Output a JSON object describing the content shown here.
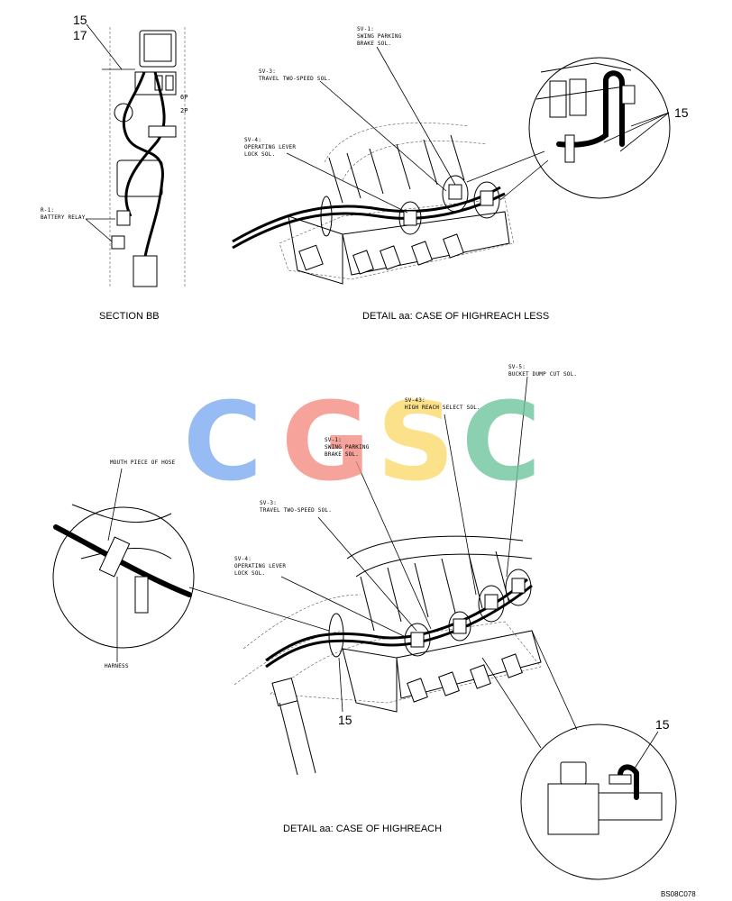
{
  "callouts": {
    "n15_top": "15",
    "n17_top": "17",
    "n15_circle1": "15",
    "n15_mid": "15",
    "n15_circle2": "15",
    "p6": "6P",
    "p2": "2P"
  },
  "solenoids_top": {
    "sv1": {
      "code": "SV-1:",
      "name1": "SWING PARKING",
      "name2": "BRAKE SOL."
    },
    "sv3": {
      "code": "SV-3:",
      "name1": "TRAVEL TWO-SPEED SOL."
    },
    "sv4": {
      "code": "SV-4:",
      "name1": "OPERATING LEVER",
      "name2": "LOCK SOL."
    },
    "r1": {
      "code": "R-1:",
      "name1": "BATTERY RELAY"
    }
  },
  "solenoids_bottom": {
    "sv5": {
      "code": "SV-5:",
      "name1": "BUCKET DUMP CUT SOL."
    },
    "sv43": {
      "code": "SV-43:",
      "name1": "HIGH REACH SELECT SOL."
    },
    "sv1": {
      "code": "SV-1:",
      "name1": "SWING PARKING",
      "name2": "BRAKE SOL."
    },
    "sv3": {
      "code": "SV-3:",
      "name1": "TRAVEL TWO-SPEED SOL."
    },
    "sv4": {
      "code": "SV-4:",
      "name1": "OPERATING LEVER",
      "name2": "LOCK SOL."
    },
    "hose": "MOUTH PIECE OF HOSE",
    "harness": "HARNESS"
  },
  "captions": {
    "section_bb": "SECTION BB",
    "detail_less": "DETAIL aa: CASE OF HIGHREACH LESS",
    "detail_high": "DETAIL aa: CASE OF HIGHREACH"
  },
  "watermark": {
    "letters": [
      "C",
      "G",
      "S",
      "C"
    ],
    "colors": [
      "#7aa9f0",
      "#f48a80",
      "#fbd96a",
      "#6bc39a"
    ]
  },
  "figure_code": "BS08C078"
}
